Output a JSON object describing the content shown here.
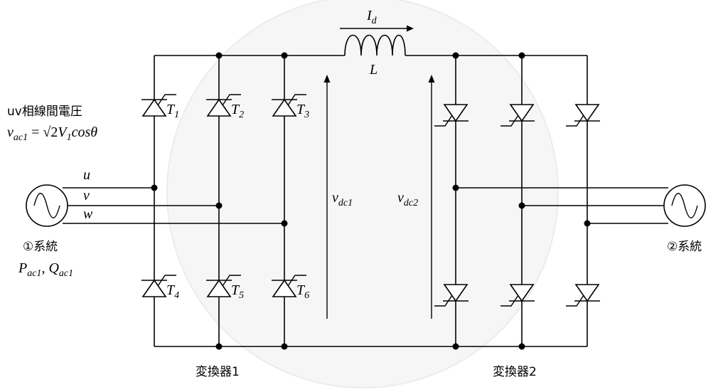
{
  "current": {
    "main": "I",
    "sub": "d"
  },
  "inductor": {
    "label": "L"
  },
  "voltage_title": "uv相線間電圧",
  "voltage_formula": {
    "lhs_main": "v",
    "lhs_sub": "ac1",
    "eq": " = √2",
    "v_main": "V",
    "v_sub": "1",
    "rest": "cosθ"
  },
  "phases": [
    "u",
    "v",
    "w"
  ],
  "system1": {
    "label": "①系統",
    "p_main": "P",
    "p_sub": "ac1",
    "sep": ", ",
    "q_main": "Q",
    "q_sub": "ac1"
  },
  "system2": {
    "label": "②系統"
  },
  "thyristors": [
    {
      "main": "T",
      "sub": "1"
    },
    {
      "main": "T",
      "sub": "2"
    },
    {
      "main": "T",
      "sub": "3"
    },
    {
      "main": "T",
      "sub": "4"
    },
    {
      "main": "T",
      "sub": "5"
    },
    {
      "main": "T",
      "sub": "6"
    }
  ],
  "vdc1": {
    "main": "v",
    "sub": "dc1"
  },
  "vdc2": {
    "main": "v",
    "sub": "dc2"
  },
  "converter1": "変換器1",
  "converter2": "変換器2"
}
